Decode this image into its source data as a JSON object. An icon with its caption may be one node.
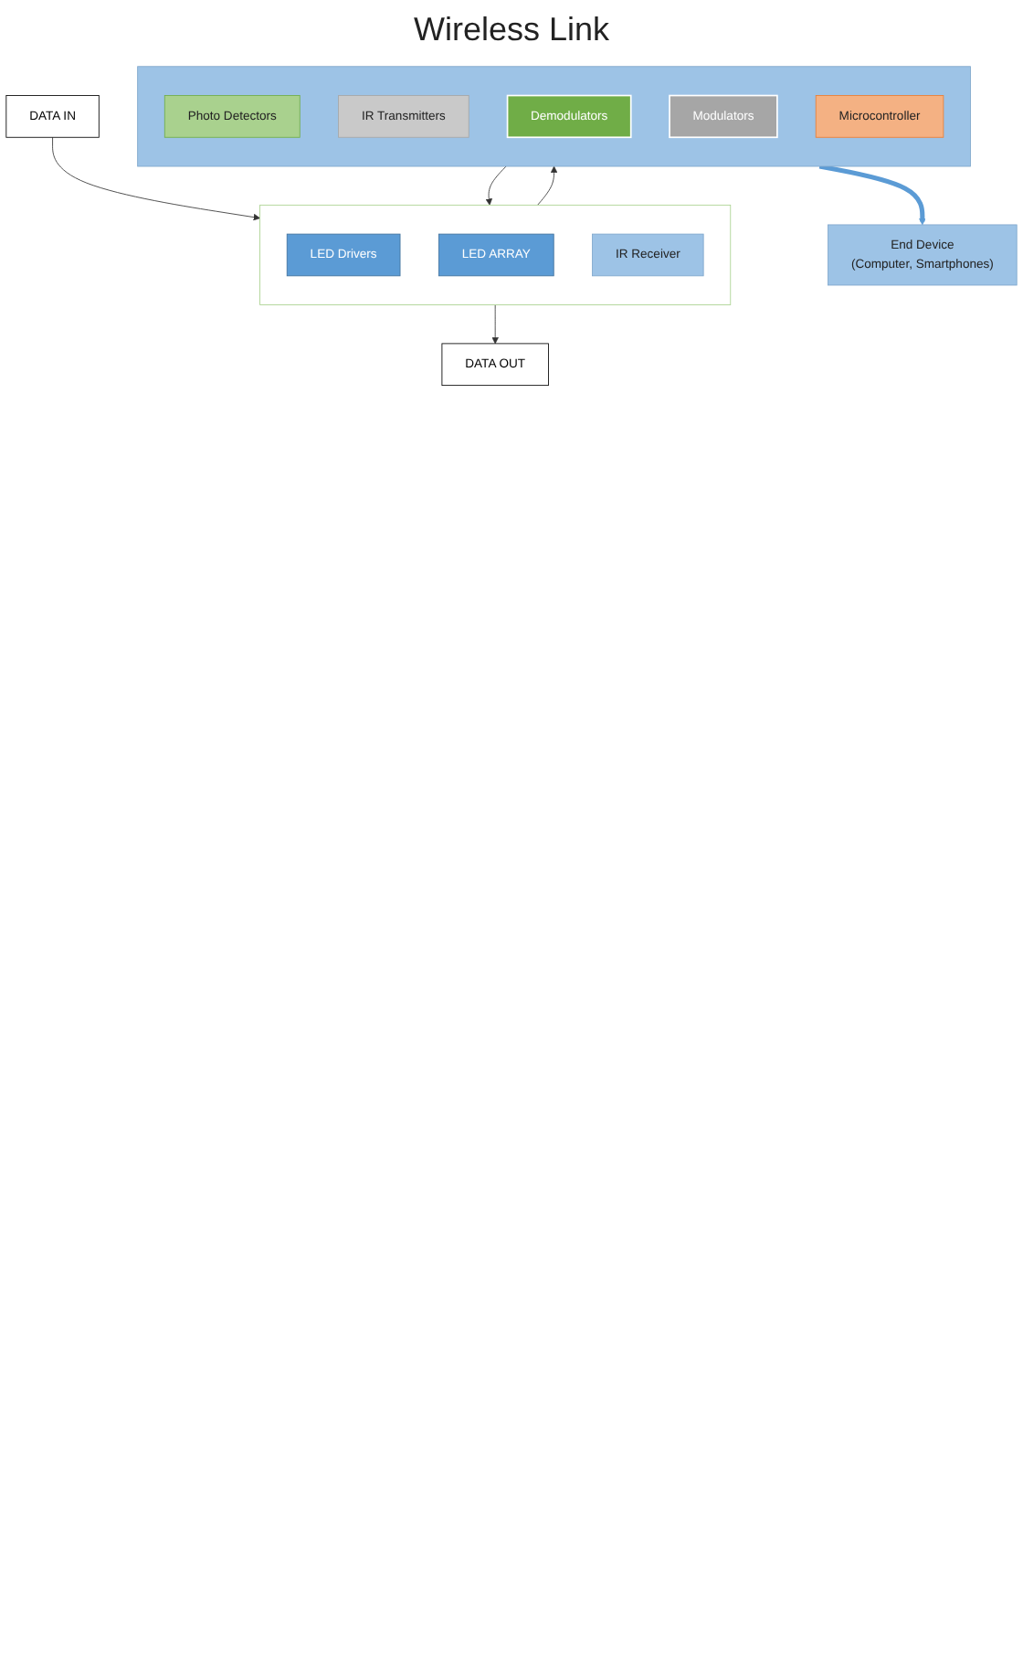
{
  "diagram": {
    "nodes": [
      {
        "text": [],
        "shape": "box"
      },
      {
        "text": [
          "LED Drivers"
        ],
        "in": 0
      },
      {
        "text": [
          "LED ARRAY"
        ],
        "in": 0
      },
      {
        "text": [
          "IR Receiver"
        ],
        "in": 0
      },
      {
        "text": [
          "DATA OUT"
        ]
      },
      {
        "text": [
          "DATA IN"
        ]
      },
      {
        "text": [],
        "shape": "box"
      },
      {
        "text": [
          "Photo Detectors"
        ],
        "in": 6
      },
      {
        "text": [
          "IR Transmitters"
        ],
        "in": 6
      },
      {
        "text": [
          "Demodulators"
        ],
        "in": 6
      },
      {
        "text": [
          "Modulators"
        ],
        "in": 6
      },
      {
        "text": [
          "Microcontroller"
        ],
        "in": 6
      },
      {
        "text": [
          "End Device",
          "(Computer, Smartphones)"
        ]
      }
    ],
    "edges": [
      {
        "from": 0,
        "to": 4,
        "arrow": "to"
      },
      {
        "from": 5,
        "to": 0,
        "arrow": "to"
      },
      {
        "from": 0,
        "to": 6,
        "arrow": "to"
      },
      {
        "from": 6,
        "to": 0,
        "arrow": "to"
      },
      {
        "from": 6,
        "to": 12,
        "arrow": "to",
        "style": "thick",
        "color": "#5b9bd5"
      }
    ],
    "labels": [
      "Wireless Link"
    ]
  }
}
